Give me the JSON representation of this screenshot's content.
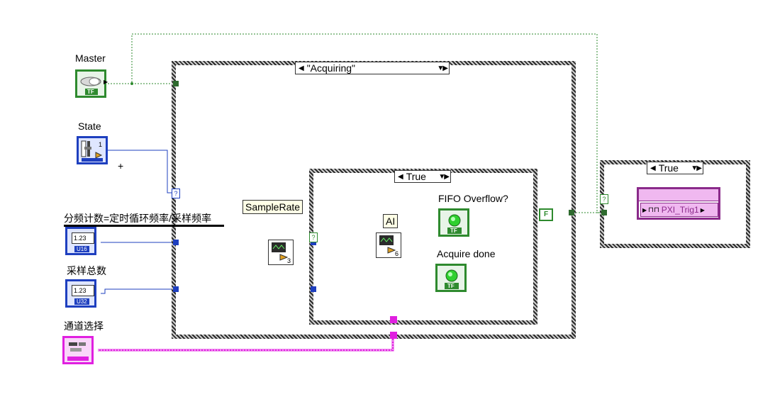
{
  "labels": {
    "master": "Master",
    "state": "State",
    "divisor": "分频计数=定时循环频率/采样频率",
    "total_samples": "采样总数",
    "channel_select": "通道选择",
    "sample_rate": "SampleRate",
    "ai": "AI",
    "fifo_overflow": "FIFO Overflow?",
    "acquire_done": "Acquire done"
  },
  "case_outer": {
    "selector": "\"Acquiring\""
  },
  "case_inner": {
    "selector": "True"
  },
  "case_right": {
    "selector": "True"
  },
  "trigger": {
    "name": "PXI_Trig1",
    "prefix": "⊓⊓"
  },
  "icons": {
    "bool_tf": "TF",
    "num_u16": "U16",
    "num_u32": "U32",
    "num_value": "1.23",
    "state_value": "1",
    "subvi_a_num": "3",
    "subvi_b_num": "6",
    "false_const": "F",
    "unwired": "?"
  },
  "colors": {
    "bool_green": "#2e8a2e",
    "numeric_blue": "#1e3fbf",
    "cluster_pink": "#e020e0",
    "trigger_purple": "#8a2a8a",
    "trigger_fill": "#f0b8f0"
  }
}
